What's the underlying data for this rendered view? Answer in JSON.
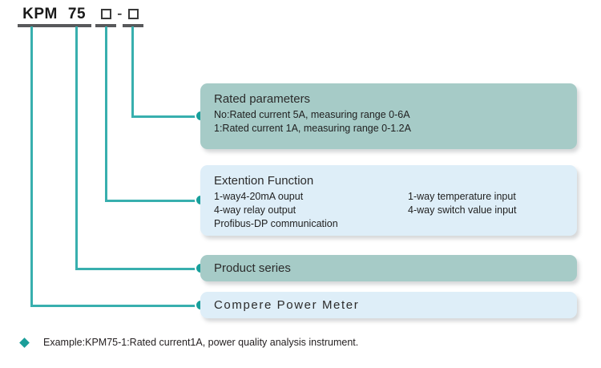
{
  "model_code": {
    "segments": [
      {
        "text": "KPM",
        "type": "text"
      },
      {
        "text": "75",
        "type": "text"
      },
      {
        "text": "□",
        "type": "box"
      },
      {
        "text": "□",
        "type": "box"
      }
    ],
    "separator": "-"
  },
  "callouts": [
    {
      "title": "Rated parameters",
      "lines_left": [
        "No:Rated current 5A, measuring range 0-6A",
        "1:Rated current 1A, measuring range 0-1.2A"
      ],
      "lines_right": [],
      "color": "#a6cbc7"
    },
    {
      "title": "Extention Function",
      "lines_left": [
        "1-way4-20mA ouput",
        "4-way relay output",
        "Profibus-DP communication"
      ],
      "lines_right": [
        "1-way temperature input",
        "4-way switch value input"
      ],
      "color": "#deeef8"
    },
    {
      "title": "Product series",
      "lines_left": [],
      "lines_right": [],
      "color": "#a6cbc7"
    },
    {
      "title": "Compere  Power  Meter",
      "lines_left": [],
      "lines_right": [],
      "color": "#deeef8"
    }
  ],
  "footer": {
    "bullet": "diamond-bullet",
    "text": "Example:KPM75-1:Rated current1A, power quality analysis instrument."
  },
  "colors": {
    "connector": "#38afae",
    "node": "#18a09c",
    "rule": "#58595b",
    "teal_box": "#a6cbc7",
    "blue_box": "#deeef8"
  }
}
